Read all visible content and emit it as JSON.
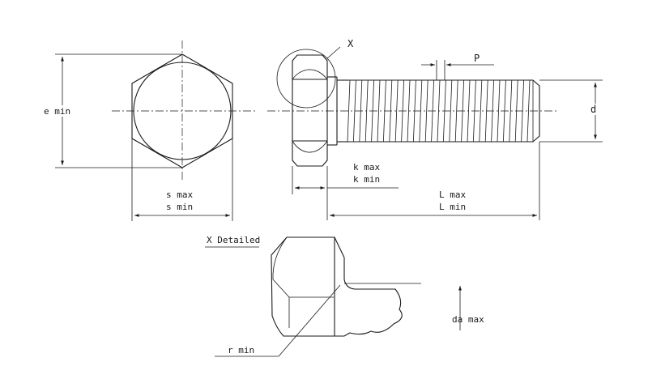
{
  "labels": {
    "e_min": "e min",
    "s_max": "s max",
    "s_min": "s min",
    "x_marker": "X",
    "p": "P",
    "d": "d",
    "k_max": "k max",
    "k_min": "k min",
    "l_max": "L max",
    "l_min": "L min",
    "x_detailed": "X Detailed",
    "da_max": "da max",
    "r_min": "r min"
  }
}
